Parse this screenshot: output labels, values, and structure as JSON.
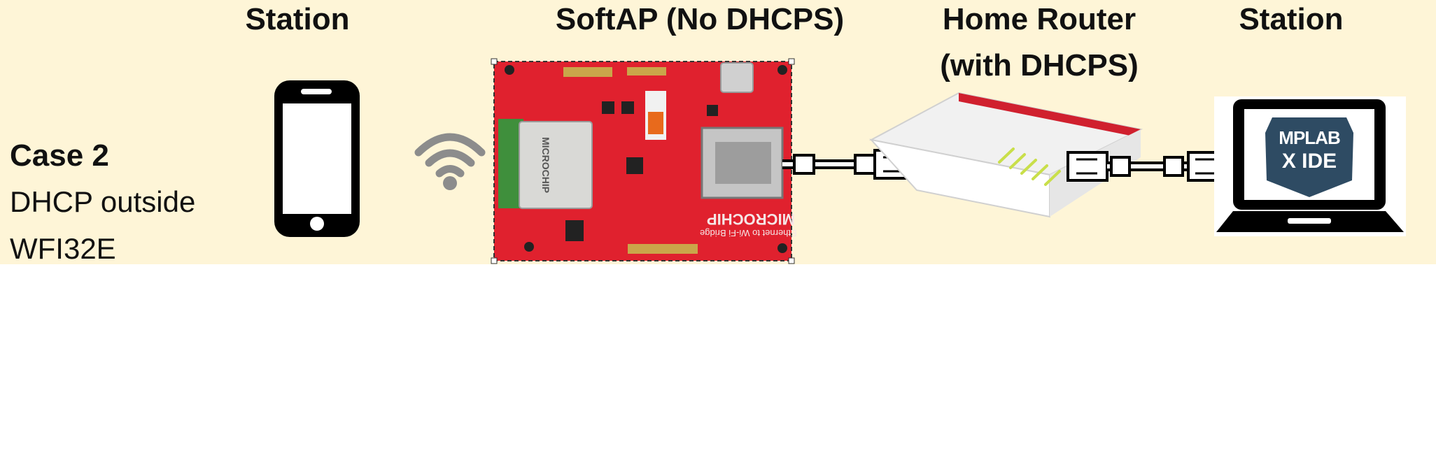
{
  "headers": {
    "station_left": "Station",
    "softap": "SoftAP (No DHCPS)",
    "router_line1": "Home Router",
    "router_line2": "(with DHCPS)",
    "station_right": "Station"
  },
  "case": {
    "title": "Case 2",
    "line1": "DHCP outside",
    "line2": "WFI32E"
  },
  "board": {
    "brand": "MICROCHIP",
    "product": "Ethernet to Wi-Fi Bridge",
    "module_brand": "MICROCHIP"
  },
  "laptop": {
    "logo_top": "MPLAB",
    "logo_bottom": "X IDE"
  },
  "colors": {
    "background": "#fef5d7",
    "board_red": "#e0212e",
    "module_green": "#3f8f3c",
    "wifi_gray": "#8c8c8c",
    "router_red": "#d0202e"
  }
}
